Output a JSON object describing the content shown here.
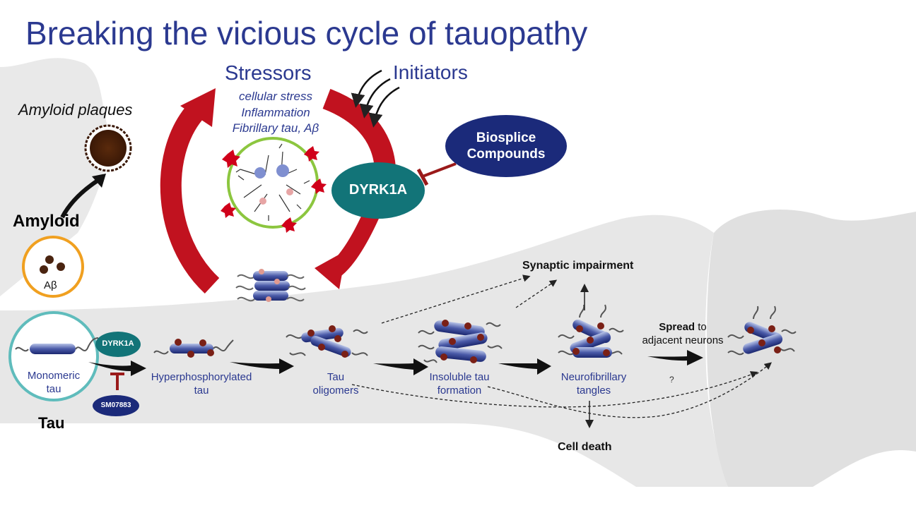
{
  "title": "Breaking the vicious cycle of tauopathy",
  "stressors": {
    "title": "Stressors",
    "items": [
      "cellular stress",
      "Inflammation",
      "Fibrillary tau, Aβ"
    ]
  },
  "initiators": "Initiators",
  "amyloid_plaques": "Amyloid plaques",
  "amyloid": "Amyloid",
  "abeta": "Aβ",
  "dyrk1a_main": "DYRK1A",
  "biosplice": "Biosplice\nCompounds",
  "tau": "Tau",
  "monomeric": "Monomeric\ntau",
  "dyrk1a_small": "DYRK1A",
  "inhibitor": "SM07883",
  "stages": [
    "Hyperphosphorylated\ntau",
    "Tau\noligomers",
    "Insoluble tau\nformation",
    "Neurofibrillary\ntangles"
  ],
  "synaptic": "Synaptic impairment",
  "cell_death": "Cell death",
  "spread_bold": "Spread",
  "spread_rest": " to\nadjacent neurons",
  "question": "?",
  "colors": {
    "title_blue": "#2b3990",
    "cycle_red": "#c1121f",
    "dyrk_teal": "#127478",
    "biosplice_navy": "#1b2a7a",
    "teal_ring": "#5fbcbc",
    "orange_ring": "#f0a020",
    "green_ring": "#8cc63f"
  }
}
